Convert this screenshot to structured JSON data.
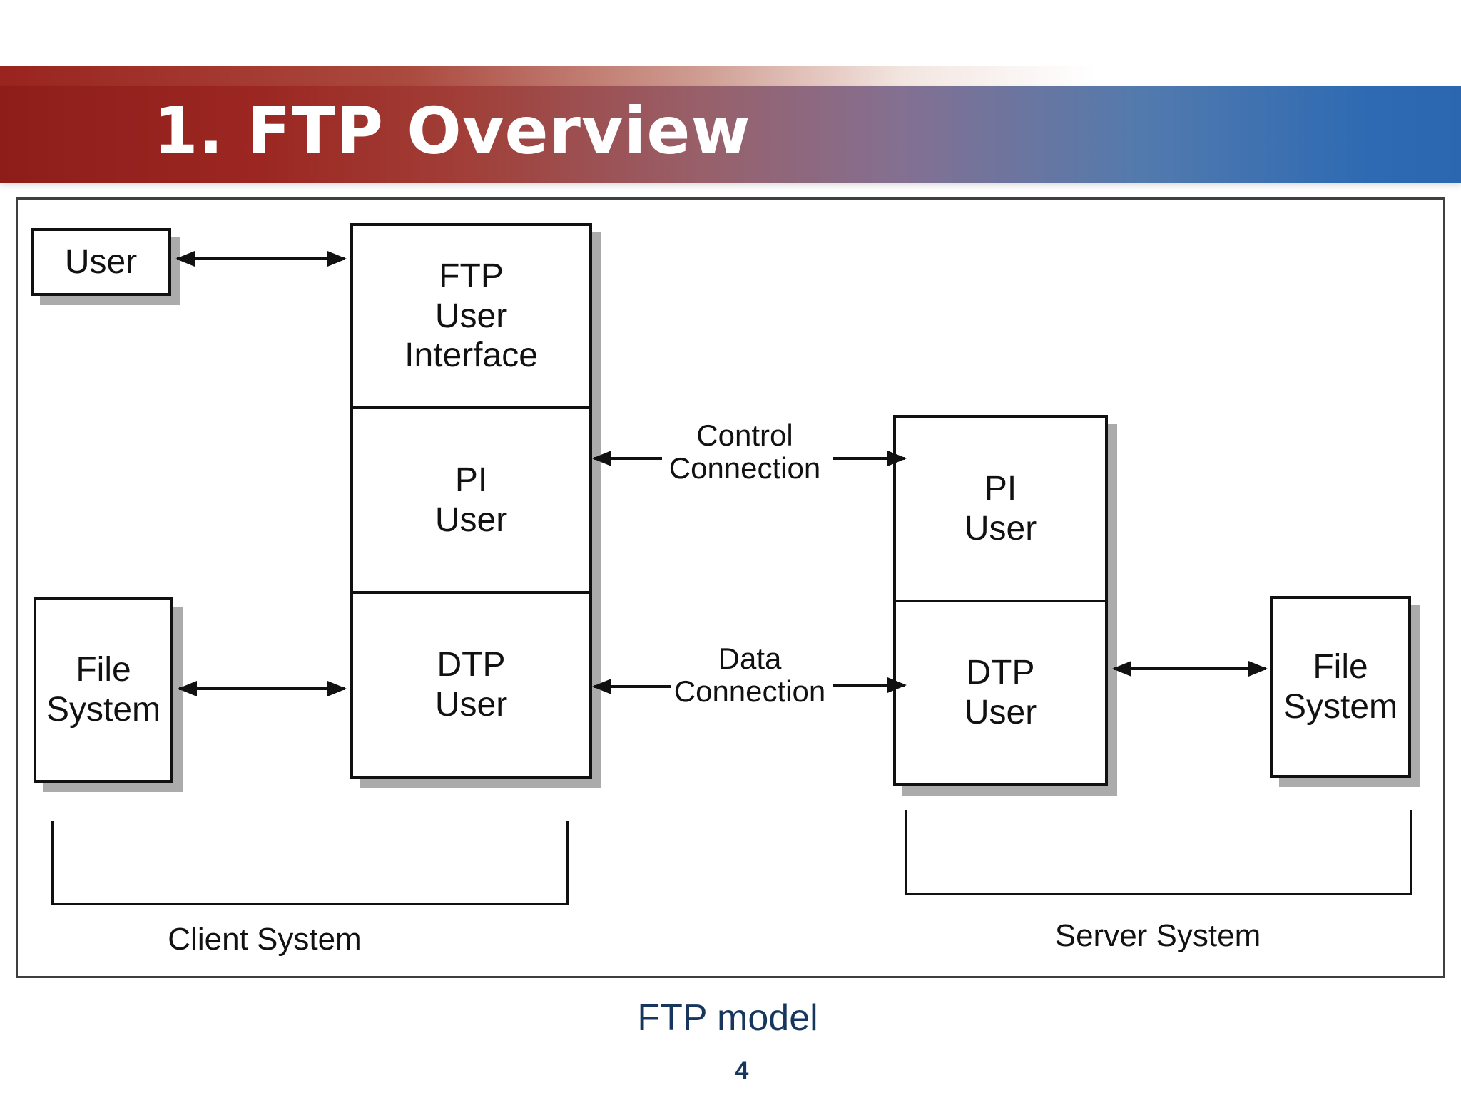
{
  "slide": {
    "title": "1. FTP Overview",
    "caption": "FTP model",
    "page_number": "4"
  },
  "colors": {
    "header_red": "#9a241f",
    "header_blue": "#2d6ab3",
    "caption_navy": "#17365d",
    "box_border": "#111111",
    "box_shadow": "#ababab"
  },
  "diagram": {
    "user_box": {
      "label": "User"
    },
    "client_stack": {
      "sections": [
        {
          "lines": [
            "FTP",
            "User",
            "Interface"
          ]
        },
        {
          "lines": [
            "PI",
            "User"
          ]
        },
        {
          "lines": [
            "DTP",
            "User"
          ]
        }
      ]
    },
    "server_stack": {
      "sections": [
        {
          "lines": [
            "PI",
            "User"
          ]
        },
        {
          "lines": [
            "DTP",
            "User"
          ]
        }
      ]
    },
    "file_system_left": {
      "lines": [
        "File",
        "System"
      ]
    },
    "file_system_right": {
      "lines": [
        "File",
        "System"
      ]
    },
    "connections": {
      "control": {
        "lines": [
          "Control",
          "Connection"
        ]
      },
      "data": {
        "lines": [
          "Data",
          "Connection"
        ]
      }
    },
    "groups": {
      "client": "Client System",
      "server": "Server System"
    }
  }
}
